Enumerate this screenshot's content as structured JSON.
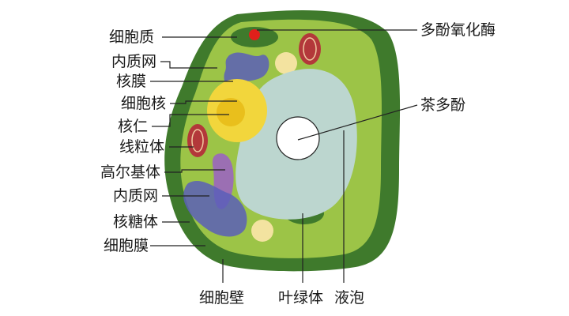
{
  "labels": {
    "cytoplasm": "细胞质",
    "er_top": "内质网",
    "nuclear_membrane": "核膜",
    "nucleus": "细胞核",
    "nucleolus": "核仁",
    "mitochondria": "线粒体",
    "golgi": "高尔基体",
    "er_bottom": "内质网",
    "ribosome": "核糖体",
    "cell_membrane": "细胞膜",
    "cell_wall": "细胞壁",
    "chloroplast": "叶绿体",
    "vacuole": "液泡",
    "polyphenol_oxidase": "多酚氧化酶",
    "tea_polyphenols": "茶多酚"
  },
  "colors": {
    "cell_wall": "#3f7a2c",
    "cytoplasm": "#9cc447",
    "nucleus": "#f2d63c",
    "vacuole": "#bcd6cf",
    "mitochondria": "#b3383a",
    "golgi": "#9b6fb3",
    "er": "#5b5fb8",
    "chloroplast": "#3f7a2c",
    "enzyme_dot": "#e0201b",
    "tea_polyphenol_circle": "#ffffff"
  }
}
